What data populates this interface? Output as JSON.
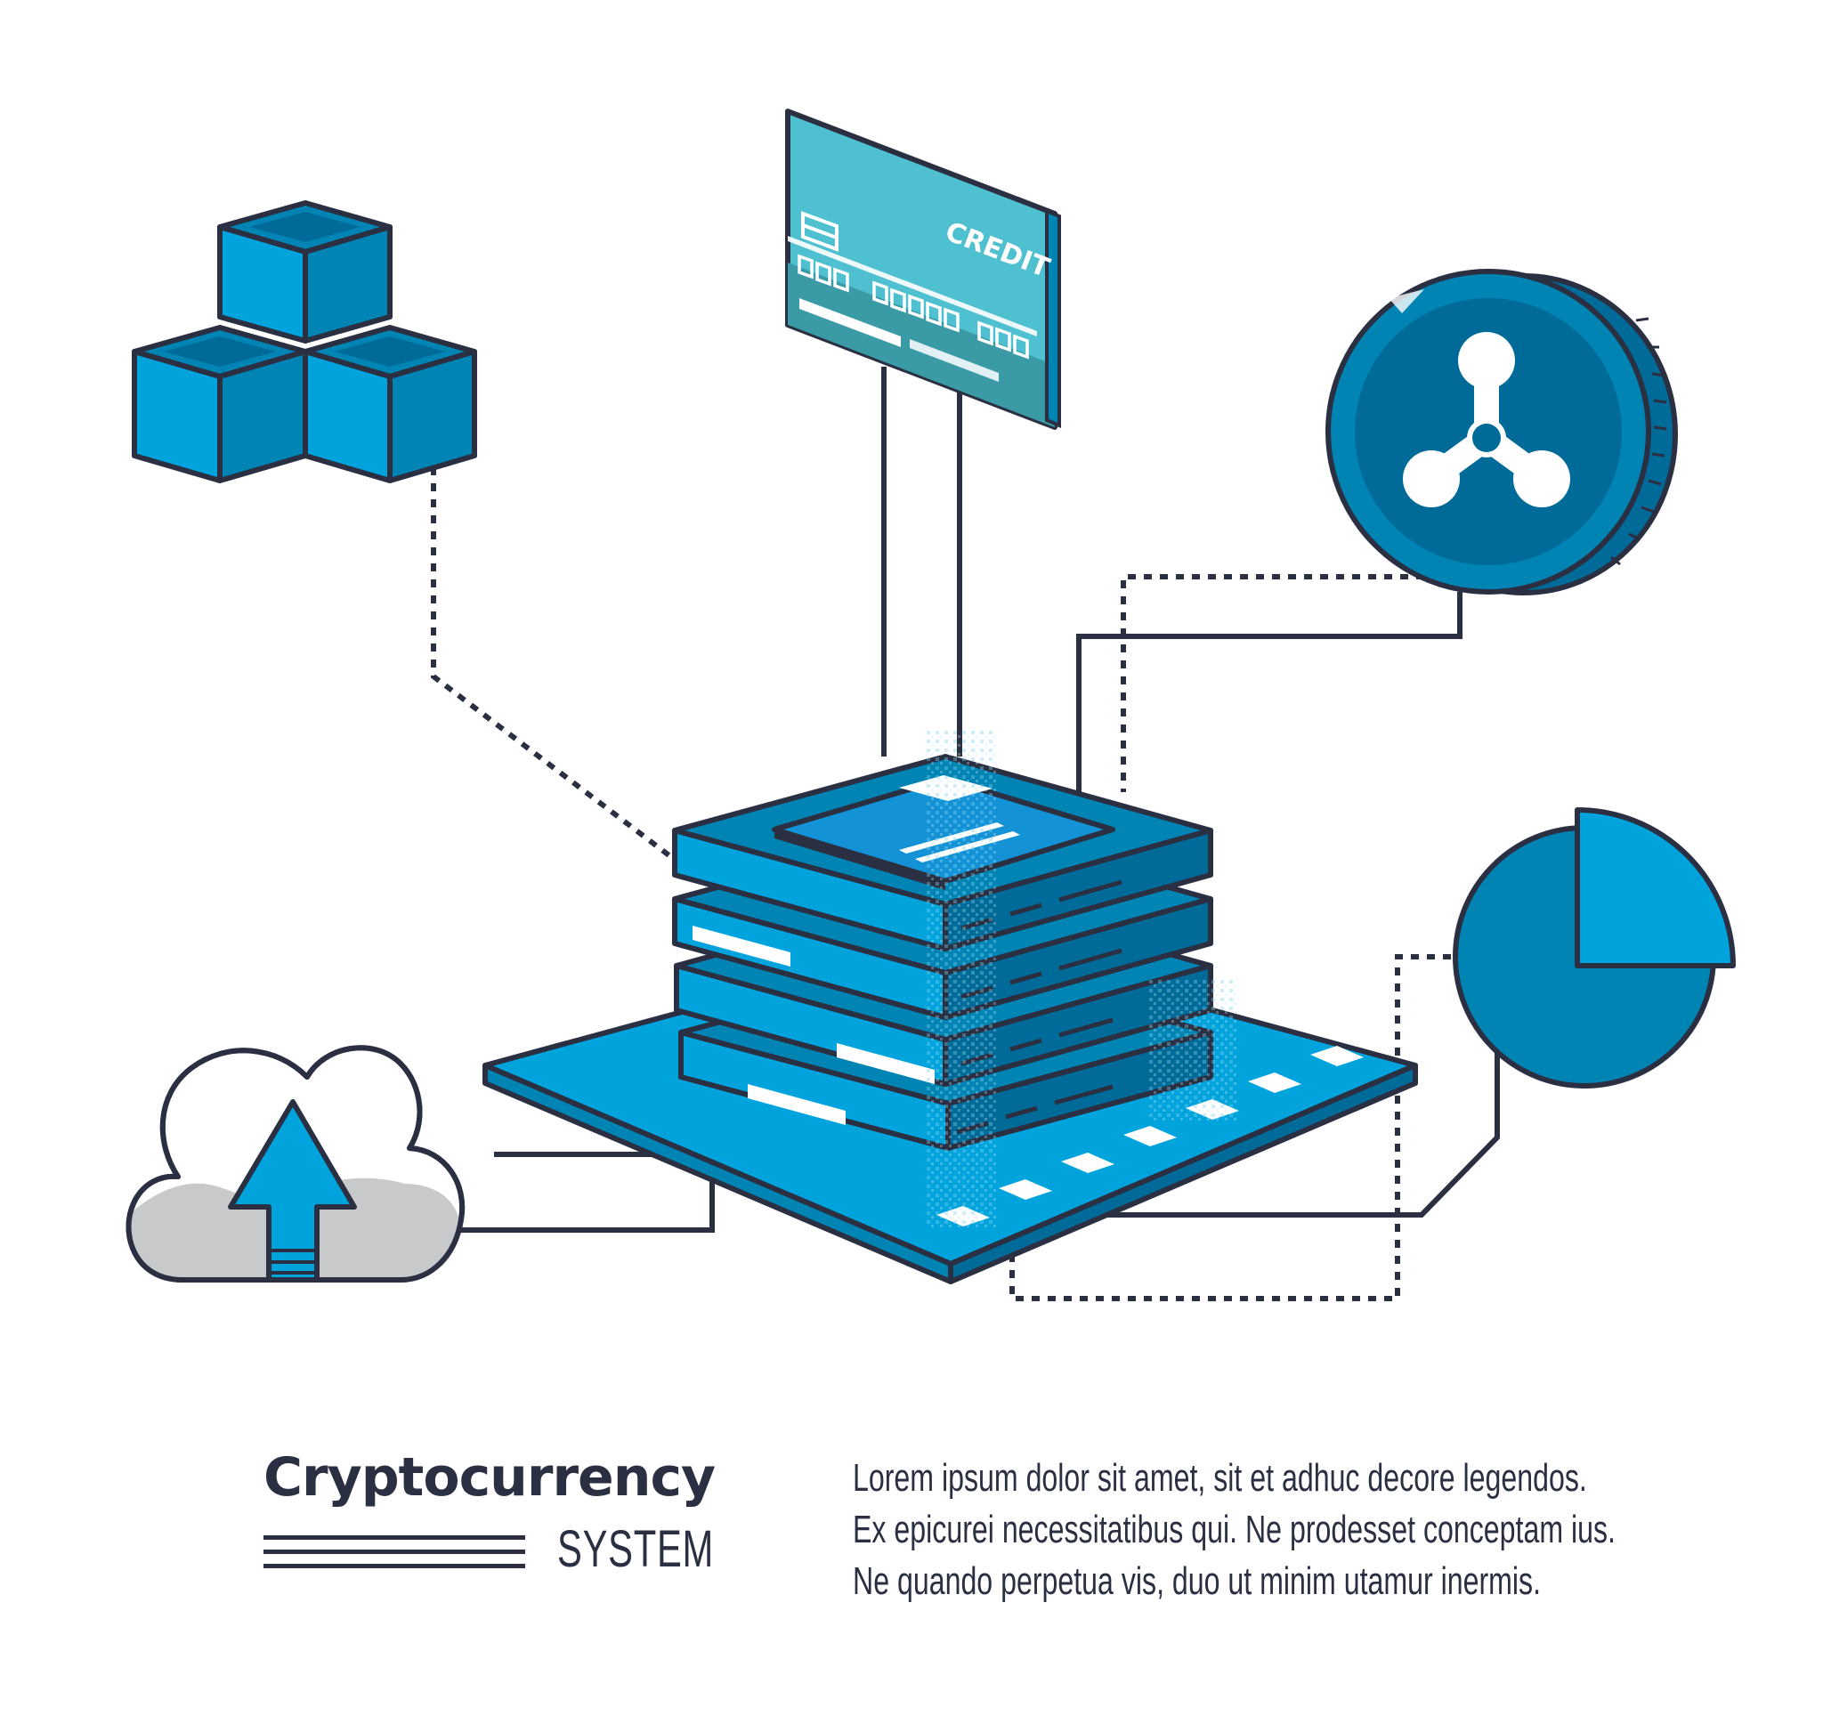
{
  "card": {
    "label": "CREDIT"
  },
  "title": {
    "main": "Cryptocurrency",
    "sub": "SYSTEM"
  },
  "description": {
    "lines": [
      "Lorem ipsum dolor sit amet, sit et adhuc decore legendos.",
      "Ex epicurei necessitatibus qui. Ne prodesset conceptam ius.",
      "Ne quando  perpetua vis, duo ut minim utamur inermis."
    ]
  },
  "colors": {
    "outline": "#2b2f42",
    "blue_light": "#00a3dc",
    "blue_mid": "#0084b4",
    "blue_dark": "#006a98",
    "card_teal": "#4fc0cf",
    "card_teal_dark": "#3a9aa6",
    "cloud_gray": "#c8c9cb"
  },
  "icons": [
    "blocks-icon",
    "credit-card-icon",
    "ripple-coin-icon",
    "pie-chart-icon",
    "cloud-upload-icon",
    "server-stack-icon"
  ]
}
